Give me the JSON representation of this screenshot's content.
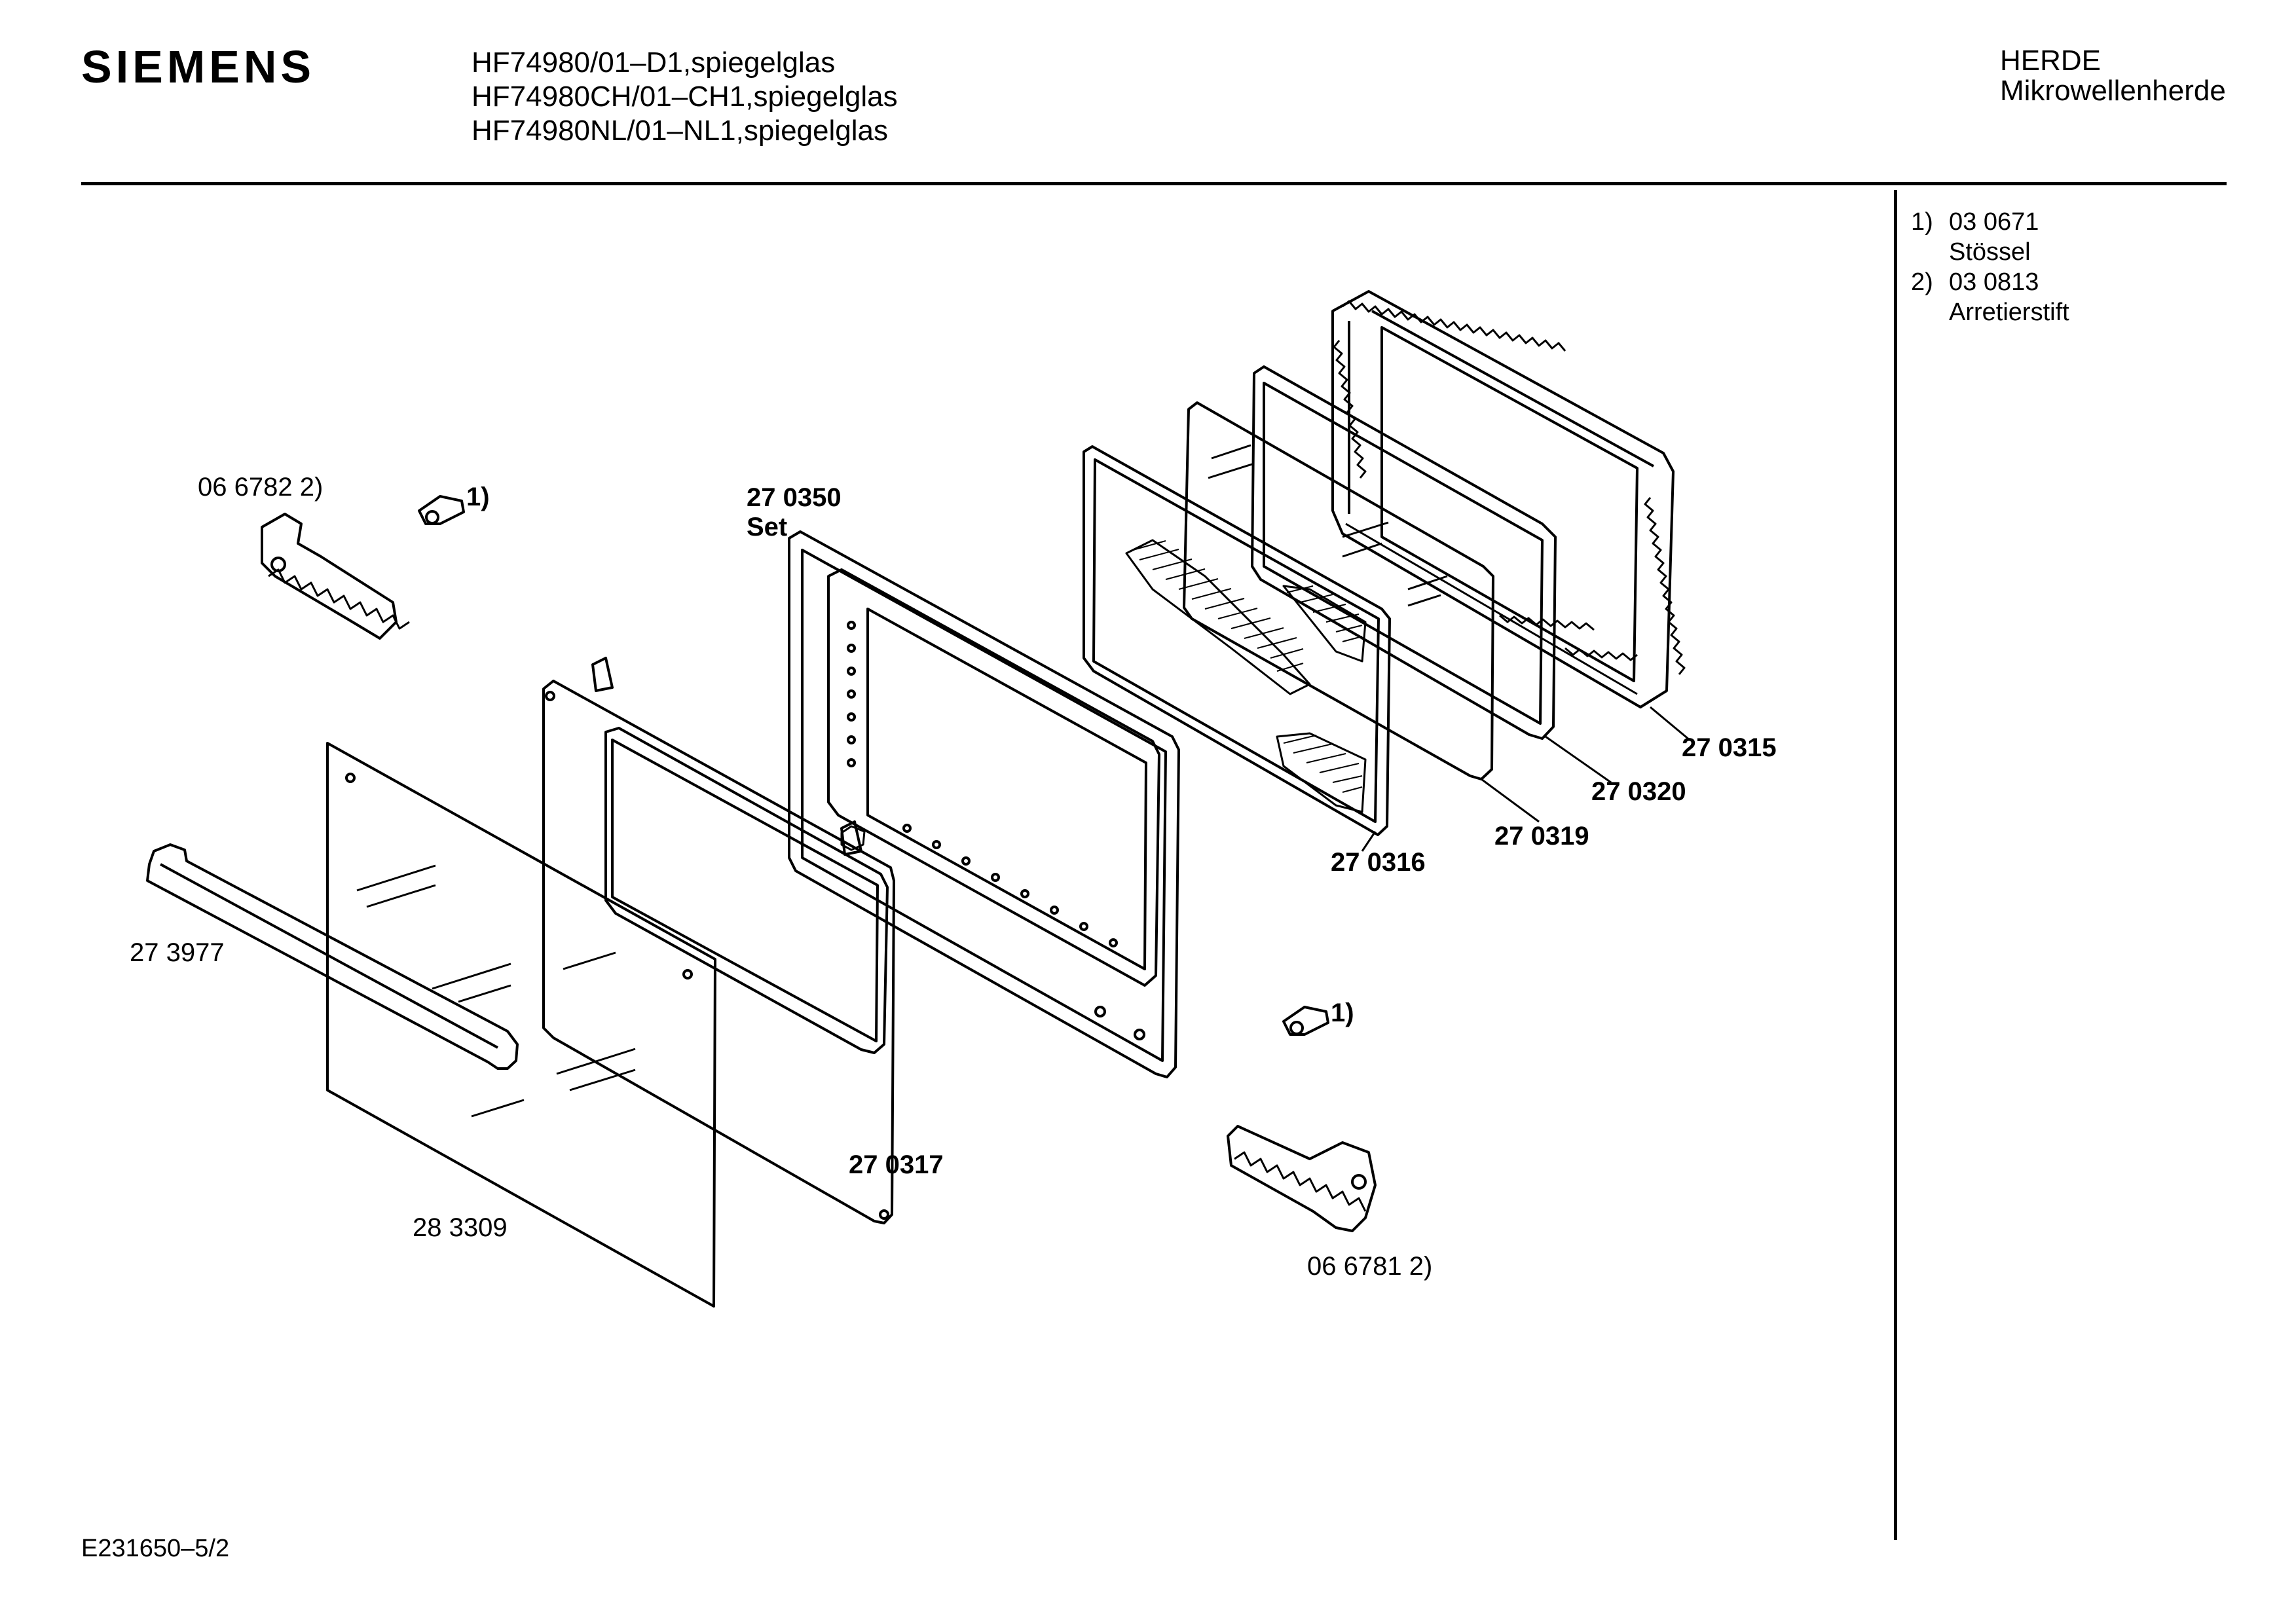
{
  "header": {
    "brand": "SIEMENS",
    "models": [
      "HF74980/01–D1,spiegelglas",
      "HF74980CH/01–CH1,spiegelglas",
      "HF74980NL/01–NL1,spiegelglas"
    ],
    "category": "HERDE",
    "subcategory": "Mikrowellenherde"
  },
  "notes": [
    {
      "num": "1)",
      "part": "03 0671",
      "desc": "Stössel"
    },
    {
      "num": "2)",
      "part": "03 0813",
      "desc": "Arretierstift"
    }
  ],
  "parts": {
    "hinge_left": "06 6782 2)",
    "hinge_right": "06 6781 2)",
    "plunger_left": "1)",
    "plunger_right": "1)",
    "handle": "27 3977",
    "outer_glass": "28 3309",
    "glass_frame": "27 0317",
    "door_frame_set": "27 0350",
    "door_frame_set_suffix": "Set",
    "mesh_screen": "27 0316",
    "inner_glass": "27 0319",
    "seal": "27 0320",
    "choke_frame": "27 0315"
  },
  "footer": {
    "code": "E231650–5/2"
  }
}
